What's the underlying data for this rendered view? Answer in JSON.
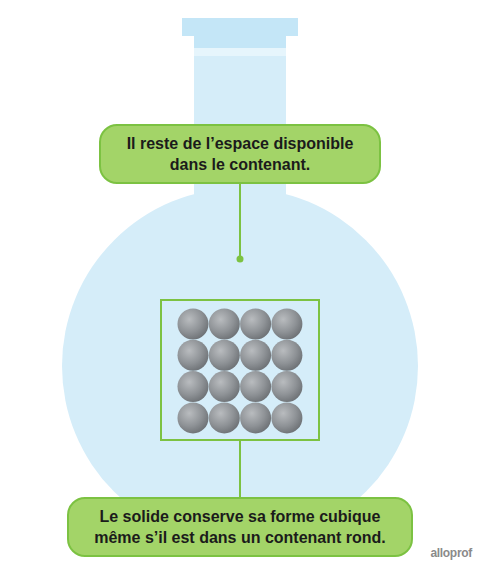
{
  "diagram": {
    "nodes": [
      {
        "text": [
          "Il reste de l’espace disponible dans le contenant."
        ]
      },
      {
        "text": [
          "Le solide conserve sa forme cubique même s’il est dans un contenant rond."
        ]
      }
    ],
    "labels": [
      "alloprof"
    ]
  }
}
